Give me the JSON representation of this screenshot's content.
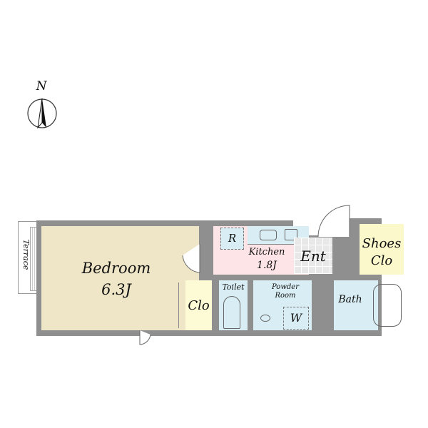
{
  "compass": {
    "label": "N"
  },
  "rooms": {
    "terrace": {
      "label": "Terrace"
    },
    "bedroom": {
      "label": "Bedroom",
      "size": "6.3J"
    },
    "closet": {
      "label": "Clo"
    },
    "kitchen": {
      "label": "Kitchen",
      "size": "1.8J"
    },
    "refrigerator": {
      "label": "R"
    },
    "entrance": {
      "label": "Ent"
    },
    "shoes_closet": {
      "label": "Shoes",
      "label2": "Clo"
    },
    "toilet": {
      "label": "Toilet"
    },
    "powder_room": {
      "label": "Powder",
      "label2": "Room"
    },
    "washer": {
      "label": "W"
    },
    "bath": {
      "label": "Bath"
    }
  },
  "colors": {
    "wall": "#8f8f8f",
    "bedroom": "#efe6c8",
    "closet": "#fdfbd6",
    "kitchen": "#fde4e6",
    "wet": "#d8eef4",
    "entrance": "#e8e8e8"
  }
}
